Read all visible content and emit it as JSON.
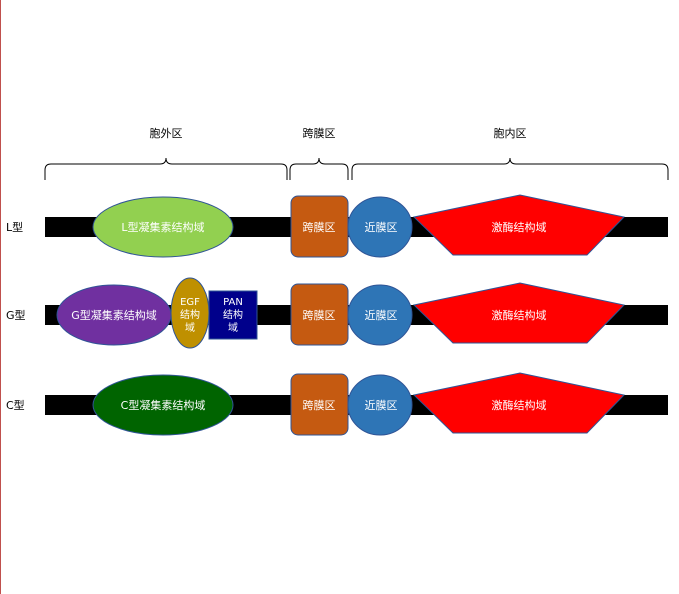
{
  "regions": {
    "extracellular": "胞外区",
    "transmembrane": "跨膜区",
    "intracellular": "胞内区"
  },
  "rows": [
    {
      "label": "L型",
      "lectin_label": "L型凝集素结构域",
      "lectin_color": "#92d050",
      "tm_label": "跨膜区",
      "jm_label": "近膜区",
      "kinase_label": "激酶结构域"
    },
    {
      "label": "G型",
      "lectin_label": "G型凝集素结构域",
      "lectin_color": "#7030a0",
      "egf_lines": [
        "EGF",
        "结构",
        "域"
      ],
      "pan_lines": [
        "PAN",
        "结构",
        "域"
      ],
      "tm_label": "跨膜区",
      "jm_label": "近膜区",
      "kinase_label": "激酶结构域"
    },
    {
      "label": "C型",
      "lectin_label": "C型凝集素结构域",
      "lectin_color": "#006400",
      "tm_label": "跨膜区",
      "jm_label": "近膜区",
      "kinase_label": "激酶结构域"
    }
  ],
  "colors": {
    "backbone": "#000000",
    "transmembrane": "#c55a11",
    "juxtamembrane": "#2e75b6",
    "kinase": "#ff0000",
    "egf": "#bf9000",
    "pan": "#00008b"
  }
}
